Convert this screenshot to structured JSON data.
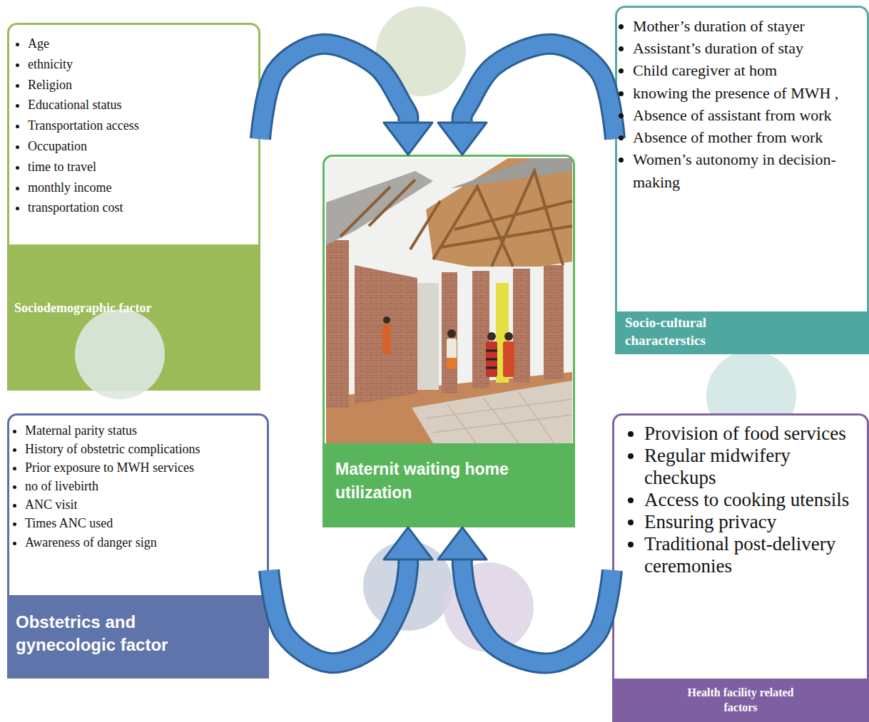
{
  "diagram": {
    "nodes": [
      {
        "text": [
          "Age",
          "ethnicity",
          "Religion",
          "Educational status",
          "Transportation access",
          "Occupation",
          "time to travel",
          "monthly income",
          "transportation cost",
          "Sociodemographic factor"
        ]
      },
      {
        "text": [
          "Mother’s duration of stayer",
          "Assistant’s duration of stay",
          "Child caregiver at hom",
          "knowing the presence of MWH ,",
          "Absence of assistant from work",
          "Absence of mother from work",
          "Women’s autonomy in decision-making",
          "Socio-cultural characterstics"
        ]
      },
      {
        "text": [
          "Maternit waiting home utilization"
        ]
      },
      {
        "text": [
          "Maternal parity status",
          "History of obstetric complications",
          "Prior exposure to MWH services",
          "no of livebirth",
          "ANC visit",
          "Times ANC used",
          "Awareness of danger sign",
          "Obstetrics and gynecologic factor"
        ]
      },
      {
        "text": [
          "Provision of food services",
          "Regular midwifery checkups",
          "Access to cooking utensils",
          "Ensuring privacy",
          "Traditional post-delivery ceremonies",
          "Health facility related factors"
        ]
      }
    ],
    "edges": [
      {
        "from": 0,
        "to": 2,
        "arrow": "to"
      },
      {
        "from": 1,
        "to": 2,
        "arrow": "to"
      },
      {
        "from": 3,
        "to": 2,
        "arrow": "to"
      },
      {
        "from": 4,
        "to": 2,
        "arrow": "to"
      }
    ]
  }
}
